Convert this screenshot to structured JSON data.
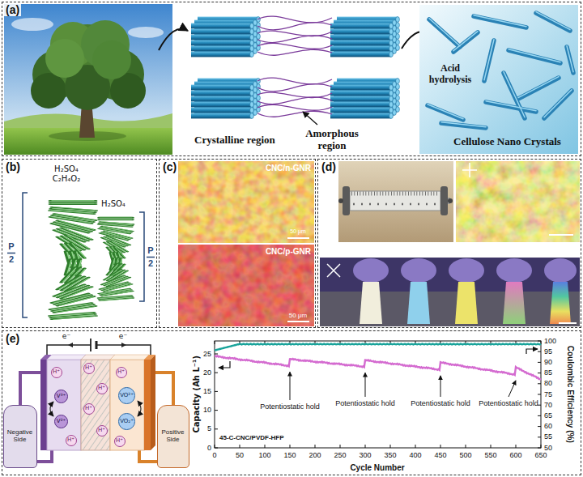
{
  "diagram": {
    "nodes": [
      {
        "text": [
          "(a)"
        ]
      },
      {
        "text": [
          "(b)"
        ]
      },
      {
        "text": [
          "(c)"
        ]
      },
      {
        "text": [
          "(d)"
        ]
      },
      {
        "text": [
          "(e)"
        ]
      },
      {
        "text": [
          "Negative Side"
        ],
        "in": 4
      },
      {
        "text": [
          "Positive Side"
        ],
        "in": 4
      },
      {
        "text": [
          "H⁺"
        ],
        "in": 4
      },
      {
        "text": [
          "V³⁺"
        ],
        "in": 4
      },
      {
        "text": [
          "V²⁺"
        ],
        "in": 4
      },
      {
        "text": [
          "H⁺"
        ],
        "in": 4
      },
      {
        "text": [
          "H⁺"
        ],
        "in": 4
      },
      {
        "text": [
          "H⁺"
        ],
        "in": 4
      },
      {
        "text": [
          "H⁺"
        ],
        "in": 4
      },
      {
        "text": [
          "H⁺"
        ],
        "in": 4
      },
      {
        "text": [
          "H⁺"
        ],
        "in": 4
      },
      {
        "text": [
          "VO²⁺"
        ],
        "in": 4
      },
      {
        "text": [
          "VO₂⁺"
        ],
        "in": 4
      },
      {
        "text": [
          "H⁺"
        ],
        "in": 4
      }
    ],
    "labels": [
      "Crystalline region",
      "Amorphous region",
      "Acid hydrolysis",
      "Cellulose Nano Crystals",
      "H₂SO₄ C₂H₄O₂",
      "H₂SO₄",
      "P",
      "2",
      "P",
      "2",
      "CNC/n-GNR",
      "50 μm",
      "CNC/p-GNR",
      "50 μm",
      "e⁻",
      "e⁻",
      "Capacity (Ah L⁻¹)",
      "Coulombic Efficiency (%)",
      "Cycle Number",
      "0",
      "50",
      "100",
      "150",
      "200",
      "250",
      "300",
      "350",
      "400",
      "450",
      "500",
      "550",
      "600",
      "650",
      "0",
      "5",
      "10",
      "15",
      "20",
      "25",
      "50",
      "55",
      "60",
      "65",
      "70",
      "75",
      "80",
      "85",
      "90",
      "95",
      "100",
      "Potentiostatic hold",
      "Potentiostatic hold",
      "Potentiostatic hold",
      "Potentiostatic hold",
      "45-C-CNC/PVDF-HFP"
    ]
  }
}
